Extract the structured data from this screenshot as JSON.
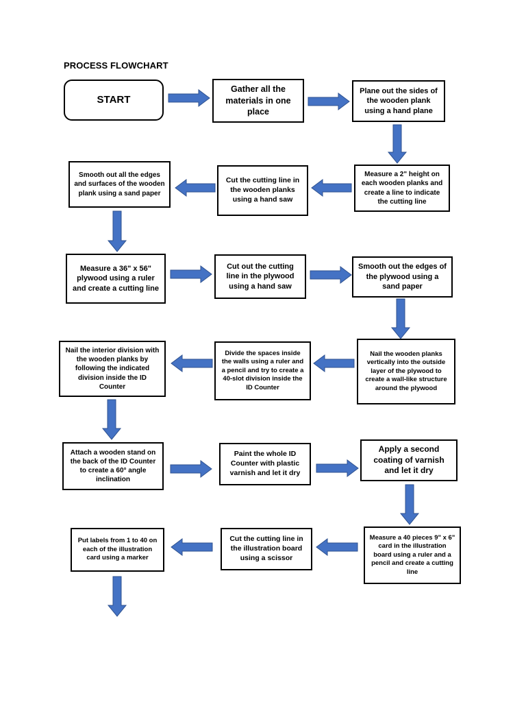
{
  "title": "PROCESS FLOWCHART",
  "steps": {
    "start": "START",
    "s1": "Gather all the materials in one place",
    "s2": "Plane out the sides of the wooden plank using a hand plane",
    "s3": "Measure a 2\" height on each wooden planks and create a line to indicate the cutting line",
    "s4": "Cut the cutting line in the wooden planks using a hand saw",
    "s5": "Smooth out all the edges and surfaces of the wooden plank using a sand paper",
    "s6": "Measure a 36\" x 56\" plywood using a ruler and create a cutting line",
    "s7": "Cut out the cutting line in the plywood using a hand saw",
    "s8": "Smooth out the edges of the plywood using a sand paper",
    "s9": "Nail the wooden planks vertically into the outside layer of the plywood to create a wall-like structure around the plywood",
    "s10": "Divide the spaces inside the walls using a ruler and a pencil and try to create a 40-slot division inside the ID Counter",
    "s11": "Nail the interior division with the wooden planks by following the indicated division inside the ID Counter",
    "s12": "Attach a wooden stand on the back of the ID Counter to create a 60° angle inclination",
    "s13": "Paint the whole ID Counter with plastic varnish and let it dry",
    "s14": "Apply a second coating of varnish and let it dry",
    "s15": "Measure a 40 pieces 9\" x 6\" card in the illustration board using a ruler and a pencil and create a cutting line",
    "s16": "Cut the cutting line in the illustration board using a scissor",
    "s17": "Put labels from 1 to 40 on each of the illustration card using a marker"
  },
  "colors": {
    "arrow_fill": "#4472c4",
    "arrow_stroke": "#2f528f",
    "box_border": "#000000"
  }
}
